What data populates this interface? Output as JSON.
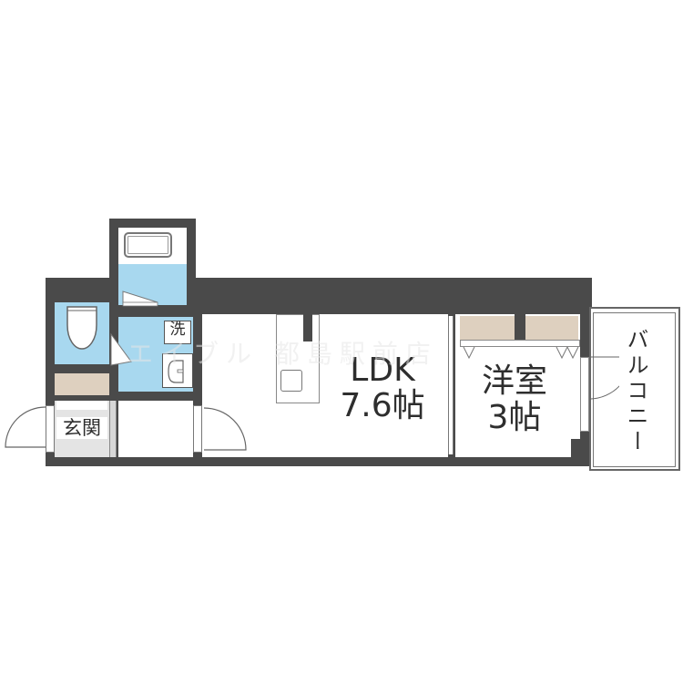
{
  "floorplan": {
    "rooms": {
      "ldk": {
        "name": "LDK",
        "size": "7.6帖"
      },
      "western_room": {
        "name": "洋室",
        "size": "3帖"
      },
      "balcony": {
        "name": "バルコニー"
      },
      "entrance": {
        "name": "玄関"
      },
      "washer": {
        "name": "洗"
      }
    },
    "watermark": "エイブル 都島駅前店",
    "colors": {
      "wall": "#4a4a4a",
      "wet_area": "#a8d8ef",
      "storage": "#ded0bf",
      "entrance_floor": "#e4e4e4"
    }
  }
}
